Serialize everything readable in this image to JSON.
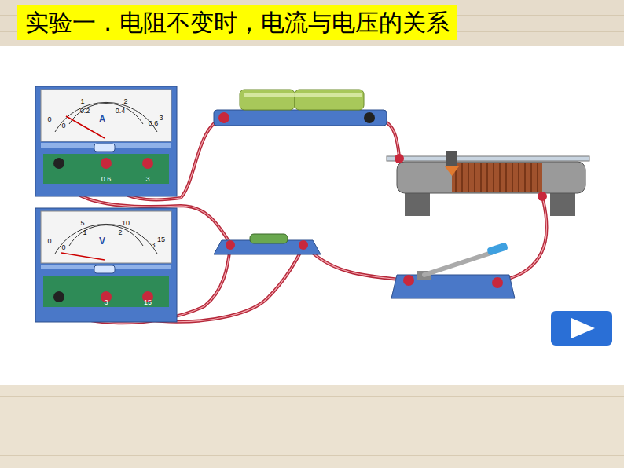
{
  "diagram": {
    "title": "实验一．电阻不变时，电流与电压的关系",
    "nodes": [
      {
        "text": [
          "0",
          "1",
          "2",
          "3",
          "0",
          "0.2",
          "0.4",
          "0.6",
          "A",
          "0.6",
          "3"
        ]
      },
      {
        "text": [
          "0",
          "5",
          "10",
          "15",
          "0",
          "1",
          "2",
          "3",
          "V",
          "3",
          "15"
        ]
      }
    ]
  }
}
